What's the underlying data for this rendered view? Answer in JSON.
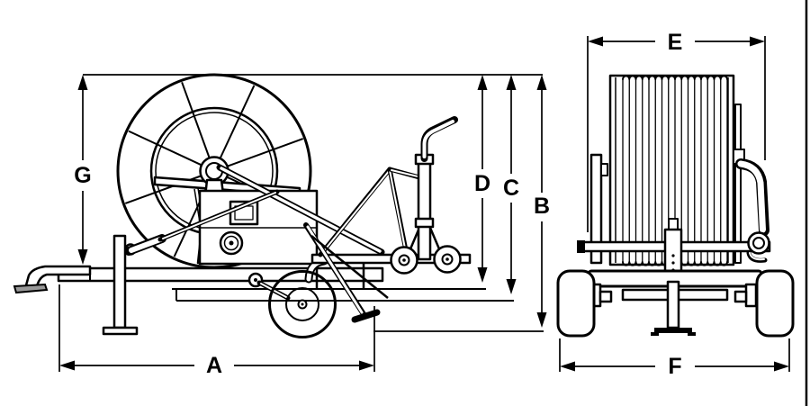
{
  "diagram": {
    "dimension_labels": {
      "A": "A",
      "B": "B",
      "C": "C",
      "D": "D",
      "E": "E",
      "F": "F",
      "G": "G"
    },
    "colors": {
      "line": "#000000",
      "background": "#ffffff",
      "hitch_pad": "#999999"
    }
  }
}
